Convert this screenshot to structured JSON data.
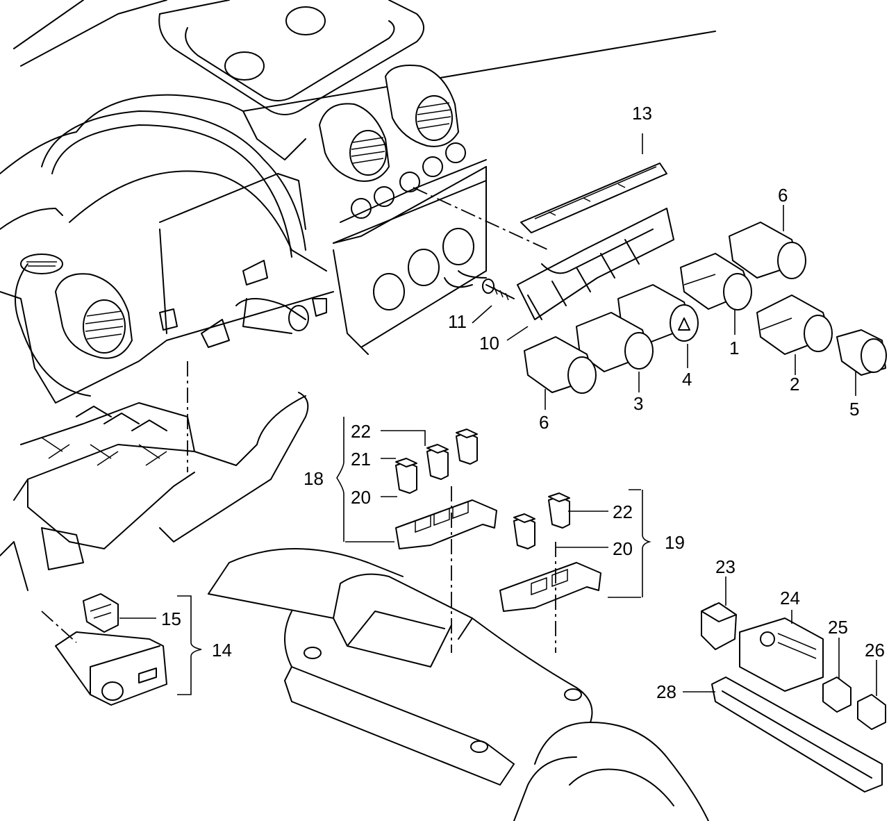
{
  "diagram": {
    "callouts": {
      "c1": "1",
      "c2": "2",
      "c3": "3",
      "c4": "4",
      "c5": "5",
      "c6a": "6",
      "c6b": "6",
      "c10": "10",
      "c11": "11",
      "c13": "13",
      "c14": "14",
      "c15": "15",
      "c18": "18",
      "c19": "19",
      "c20a": "20",
      "c20b": "20",
      "c21": "21",
      "c22a": "22",
      "c22b": "22",
      "c23": "23",
      "c24": "24",
      "c25": "25",
      "c26": "26",
      "c28": "28"
    }
  }
}
